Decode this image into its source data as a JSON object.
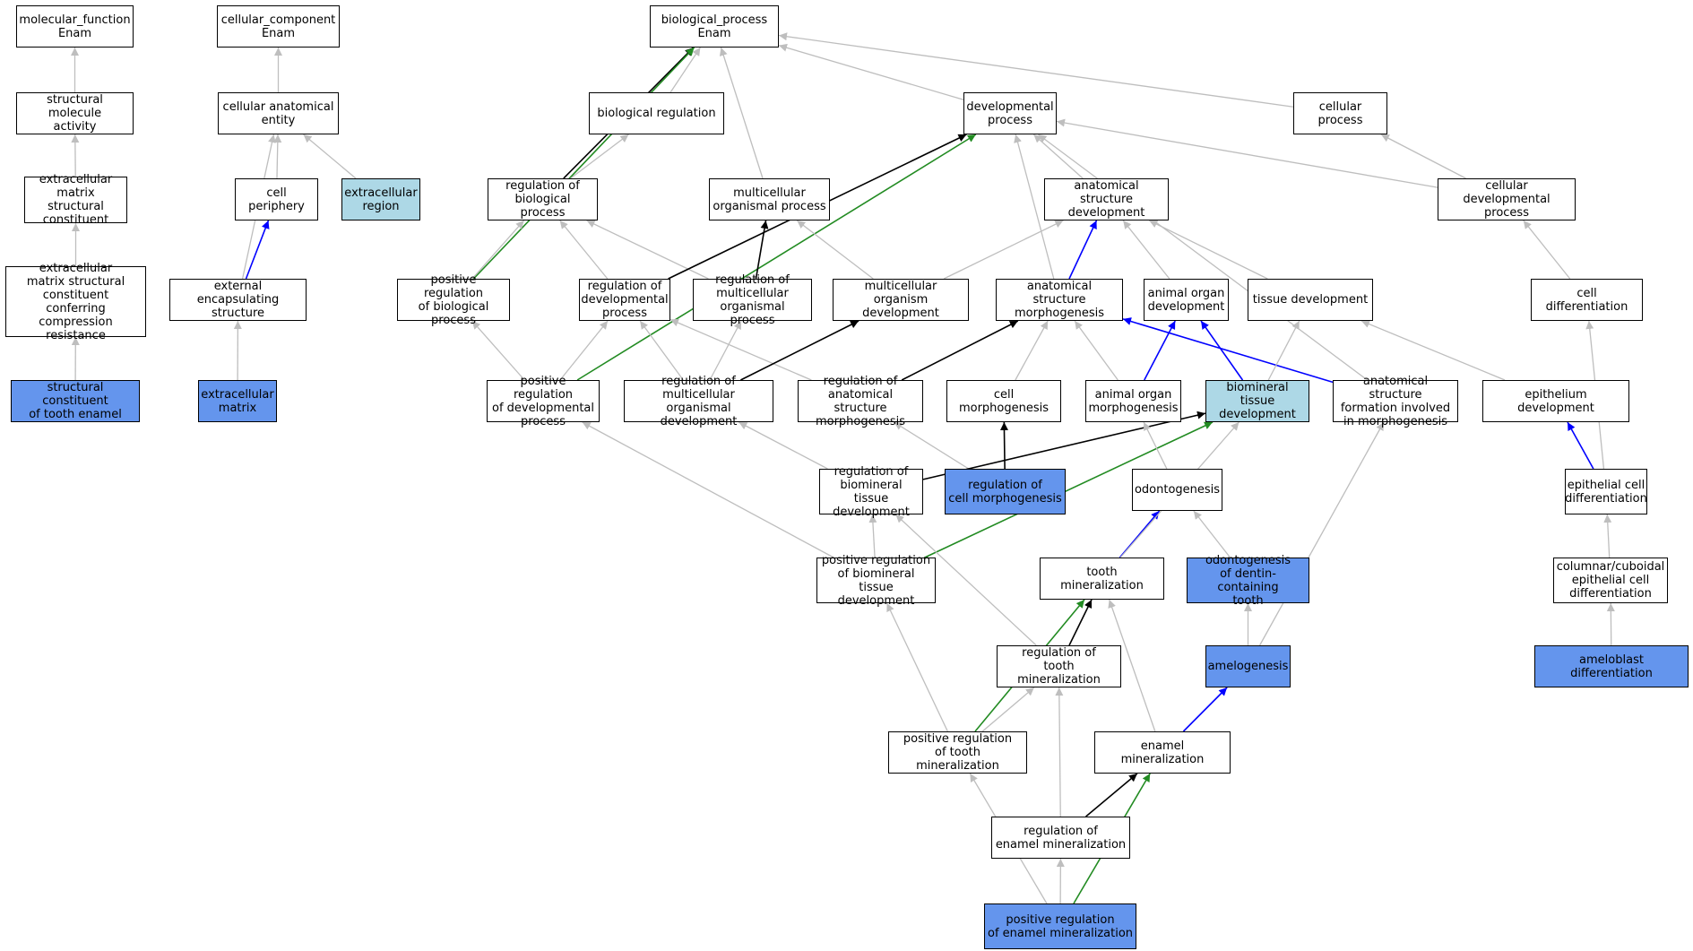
{
  "colors": {
    "primary": "#6495ed",
    "secondary": "#add8e6",
    "is_a": "#bebebe",
    "part_of": "#0000ff",
    "regulates": "#000000",
    "positively_regulates": "#228b22"
  },
  "nodes": [
    {
      "id": "mf",
      "label": "molecular_function\nEnam",
      "style": "plain"
    },
    {
      "id": "cc",
      "label": "cellular_component\nEnam",
      "style": "plain"
    },
    {
      "id": "bp",
      "label": "biological_process\nEnam",
      "style": "plain"
    },
    {
      "id": "sma",
      "label": "structural molecule\nactivity",
      "style": "plain"
    },
    {
      "id": "cae",
      "label": "cellular anatomical\nentity",
      "style": "plain"
    },
    {
      "id": "breg",
      "label": "biological regulation",
      "style": "plain"
    },
    {
      "id": "devp",
      "label": "developmental\nprocess",
      "style": "plain"
    },
    {
      "id": "cellp",
      "label": "cellular process",
      "style": "plain"
    },
    {
      "id": "emsc",
      "label": "extracellular\nmatrix structural\nconstituent",
      "style": "plain"
    },
    {
      "id": "cper",
      "label": "cell periphery",
      "style": "plain"
    },
    {
      "id": "ecr",
      "label": "extracellular\nregion",
      "style": "secondary"
    },
    {
      "id": "rbp",
      "label": "regulation of\nbiological process",
      "style": "plain"
    },
    {
      "id": "mop",
      "label": "multicellular\norganismal process",
      "style": "plain"
    },
    {
      "id": "asd",
      "label": "anatomical structure\ndevelopment",
      "style": "plain"
    },
    {
      "id": "cdp",
      "label": "cellular developmental\nprocess",
      "style": "plain"
    },
    {
      "id": "emscc",
      "label": "extracellular\nmatrix structural\nconstituent\nconferring compression\nresistance",
      "style": "plain"
    },
    {
      "id": "ees",
      "label": "external encapsulating\nstructure",
      "style": "plain"
    },
    {
      "id": "prbp",
      "label": "positive regulation\nof biological\nprocess",
      "style": "plain"
    },
    {
      "id": "rdp",
      "label": "regulation of\ndevelopmental\nprocess",
      "style": "plain"
    },
    {
      "id": "rmop",
      "label": "regulation of\nmulticellular\norganismal process",
      "style": "plain"
    },
    {
      "id": "mod",
      "label": "multicellular\norganism development",
      "style": "plain"
    },
    {
      "id": "asm",
      "label": "anatomical structure\nmorphogenesis",
      "style": "plain"
    },
    {
      "id": "aod",
      "label": "animal organ\ndevelopment",
      "style": "plain"
    },
    {
      "id": "td",
      "label": "tissue development",
      "style": "plain"
    },
    {
      "id": "cdiff",
      "label": "cell differentiation",
      "style": "plain"
    },
    {
      "id": "scte",
      "label": "structural constituent\nof tooth enamel",
      "style": "primary"
    },
    {
      "id": "ecm",
      "label": "extracellular\nmatrix",
      "style": "primary"
    },
    {
      "id": "prdp",
      "label": "positive regulation\nof developmental\nprocess",
      "style": "plain"
    },
    {
      "id": "rmod",
      "label": "regulation of\nmulticellular\norganismal development",
      "style": "plain"
    },
    {
      "id": "rasm",
      "label": "regulation of\nanatomical structure\nmorphogenesis",
      "style": "plain"
    },
    {
      "id": "cmorph",
      "label": "cell morphogenesis",
      "style": "plain"
    },
    {
      "id": "aom",
      "label": "animal organ\nmorphogenesis",
      "style": "plain"
    },
    {
      "id": "btd",
      "label": "biomineral tissue\ndevelopment",
      "style": "secondary"
    },
    {
      "id": "asfm",
      "label": "anatomical structure\nformation involved\nin morphogenesis",
      "style": "plain"
    },
    {
      "id": "epd",
      "label": "epithelium development",
      "style": "plain"
    },
    {
      "id": "rbtd",
      "label": "regulation of\nbiomineral tissue\ndevelopment",
      "style": "plain"
    },
    {
      "id": "rcm",
      "label": "regulation of\ncell morphogenesis",
      "style": "primary"
    },
    {
      "id": "odon",
      "label": "odontogenesis",
      "style": "plain"
    },
    {
      "id": "ecd",
      "label": "epithelial cell\ndifferentiation",
      "style": "plain"
    },
    {
      "id": "prbtd",
      "label": "positive regulation\nof biomineral\ntissue development",
      "style": "plain"
    },
    {
      "id": "tmin",
      "label": "tooth mineralization",
      "style": "plain"
    },
    {
      "id": "odct",
      "label": "odontogenesis\nof dentin-containing\ntooth",
      "style": "primary"
    },
    {
      "id": "cced",
      "label": "columnar/cuboidal\nepithelial cell\ndifferentiation",
      "style": "plain"
    },
    {
      "id": "rtm",
      "label": "regulation of\ntooth mineralization",
      "style": "plain"
    },
    {
      "id": "amel",
      "label": "amelogenesis",
      "style": "primary"
    },
    {
      "id": "abd",
      "label": "ameloblast differentiation",
      "style": "primary"
    },
    {
      "id": "prtm",
      "label": "positive regulation\nof tooth mineralization",
      "style": "plain"
    },
    {
      "id": "emin",
      "label": "enamel mineralization",
      "style": "plain"
    },
    {
      "id": "rem",
      "label": "regulation of\nenamel mineralization",
      "style": "plain"
    },
    {
      "id": "prem",
      "label": "positive regulation\nof enamel mineralization",
      "style": "primary"
    }
  ],
  "edges": [
    {
      "from": "sma",
      "to": "mf",
      "type": "is_a"
    },
    {
      "from": "emsc",
      "to": "sma",
      "type": "is_a"
    },
    {
      "from": "emscc",
      "to": "emsc",
      "type": "is_a"
    },
    {
      "from": "scte",
      "to": "emscc",
      "type": "is_a"
    },
    {
      "from": "cae",
      "to": "cc",
      "type": "is_a"
    },
    {
      "from": "cper",
      "to": "cae",
      "type": "is_a"
    },
    {
      "from": "ecr",
      "to": "cae",
      "type": "is_a"
    },
    {
      "from": "ees",
      "to": "cae",
      "type": "is_a"
    },
    {
      "from": "ees",
      "to": "cper",
      "type": "part_of"
    },
    {
      "from": "ecm",
      "to": "ees",
      "type": "is_a"
    },
    {
      "from": "breg",
      "to": "bp",
      "type": "is_a"
    },
    {
      "from": "devp",
      "to": "bp",
      "type": "is_a"
    },
    {
      "from": "cellp",
      "to": "bp",
      "type": "is_a"
    },
    {
      "from": "mop",
      "to": "bp",
      "type": "is_a"
    },
    {
      "from": "rbp",
      "to": "bp",
      "type": "regulates"
    },
    {
      "from": "prbp",
      "to": "bp",
      "type": "positively_regulates"
    },
    {
      "from": "rbp",
      "to": "breg",
      "type": "is_a"
    },
    {
      "from": "prbp",
      "to": "rbp",
      "type": "is_a"
    },
    {
      "from": "rdp",
      "to": "rbp",
      "type": "is_a"
    },
    {
      "from": "rmop",
      "to": "rbp",
      "type": "is_a"
    },
    {
      "from": "rdp",
      "to": "devp",
      "type": "regulates"
    },
    {
      "from": "prdp",
      "to": "devp",
      "type": "positively_regulates"
    },
    {
      "from": "asd",
      "to": "devp",
      "type": "is_a"
    },
    {
      "from": "asm",
      "to": "devp",
      "type": "is_a"
    },
    {
      "from": "cdp",
      "to": "devp",
      "type": "is_a"
    },
    {
      "from": "asfm",
      "to": "devp",
      "type": "is_a"
    },
    {
      "from": "cdp",
      "to": "cellp",
      "type": "is_a"
    },
    {
      "from": "rmop",
      "to": "mop",
      "type": "regulates"
    },
    {
      "from": "mod",
      "to": "mop",
      "type": "is_a"
    },
    {
      "from": "mod",
      "to": "asd",
      "type": "is_a"
    },
    {
      "from": "asm",
      "to": "asd",
      "type": "part_of"
    },
    {
      "from": "aod",
      "to": "asd",
      "type": "is_a"
    },
    {
      "from": "td",
      "to": "asd",
      "type": "is_a"
    },
    {
      "from": "cdiff",
      "to": "cdp",
      "type": "is_a"
    },
    {
      "from": "prdp",
      "to": "prbp",
      "type": "is_a"
    },
    {
      "from": "prdp",
      "to": "rdp",
      "type": "is_a"
    },
    {
      "from": "rmod",
      "to": "rdp",
      "type": "is_a"
    },
    {
      "from": "rasm",
      "to": "rdp",
      "type": "is_a"
    },
    {
      "from": "rmod",
      "to": "rmop",
      "type": "is_a"
    },
    {
      "from": "rmod",
      "to": "mod",
      "type": "regulates"
    },
    {
      "from": "rasm",
      "to": "asm",
      "type": "regulates"
    },
    {
      "from": "cmorph",
      "to": "asm",
      "type": "is_a"
    },
    {
      "from": "aom",
      "to": "asm",
      "type": "is_a"
    },
    {
      "from": "asfm",
      "to": "asm",
      "type": "part_of"
    },
    {
      "from": "aom",
      "to": "aod",
      "type": "part_of"
    },
    {
      "from": "btd",
      "to": "aod",
      "type": "part_of"
    },
    {
      "from": "btd",
      "to": "td",
      "type": "is_a"
    },
    {
      "from": "epd",
      "to": "td",
      "type": "is_a"
    },
    {
      "from": "ecd",
      "to": "epd",
      "type": "part_of"
    },
    {
      "from": "ecd",
      "to": "cdiff",
      "type": "is_a"
    },
    {
      "from": "rcm",
      "to": "rasm",
      "type": "is_a"
    },
    {
      "from": "rcm",
      "to": "cmorph",
      "type": "regulates"
    },
    {
      "from": "rbtd",
      "to": "rmod",
      "type": "is_a"
    },
    {
      "from": "rbtd",
      "to": "btd",
      "type": "regulates"
    },
    {
      "from": "prbtd",
      "to": "btd",
      "type": "positively_regulates"
    },
    {
      "from": "prbtd",
      "to": "rbtd",
      "type": "is_a"
    },
    {
      "from": "prbtd",
      "to": "prdp",
      "type": "is_a"
    },
    {
      "from": "odon",
      "to": "aom",
      "type": "is_a"
    },
    {
      "from": "tmin",
      "to": "odon",
      "type": "part_of"
    },
    {
      "from": "tmin",
      "to": "btd",
      "type": "is_a"
    },
    {
      "from": "odct",
      "to": "odon",
      "type": "is_a"
    },
    {
      "from": "cced",
      "to": "ecd",
      "type": "is_a"
    },
    {
      "from": "abd",
      "to": "cced",
      "type": "is_a"
    },
    {
      "from": "rtm",
      "to": "tmin",
      "type": "regulates"
    },
    {
      "from": "rtm",
      "to": "rbtd",
      "type": "is_a"
    },
    {
      "from": "prtm",
      "to": "tmin",
      "type": "positively_regulates"
    },
    {
      "from": "prtm",
      "to": "rtm",
      "type": "is_a"
    },
    {
      "from": "prtm",
      "to": "prbtd",
      "type": "is_a"
    },
    {
      "from": "amel",
      "to": "odct",
      "type": "is_a"
    },
    {
      "from": "amel",
      "to": "asfm",
      "type": "is_a"
    },
    {
      "from": "emin",
      "to": "amel",
      "type": "part_of"
    },
    {
      "from": "emin",
      "to": "tmin",
      "type": "is_a"
    },
    {
      "from": "rem",
      "to": "emin",
      "type": "regulates"
    },
    {
      "from": "rem",
      "to": "rtm",
      "type": "is_a"
    },
    {
      "from": "prem",
      "to": "rem",
      "type": "is_a"
    },
    {
      "from": "prem",
      "to": "prtm",
      "type": "is_a"
    },
    {
      "from": "prem",
      "to": "emin",
      "type": "positively_regulates"
    }
  ]
}
